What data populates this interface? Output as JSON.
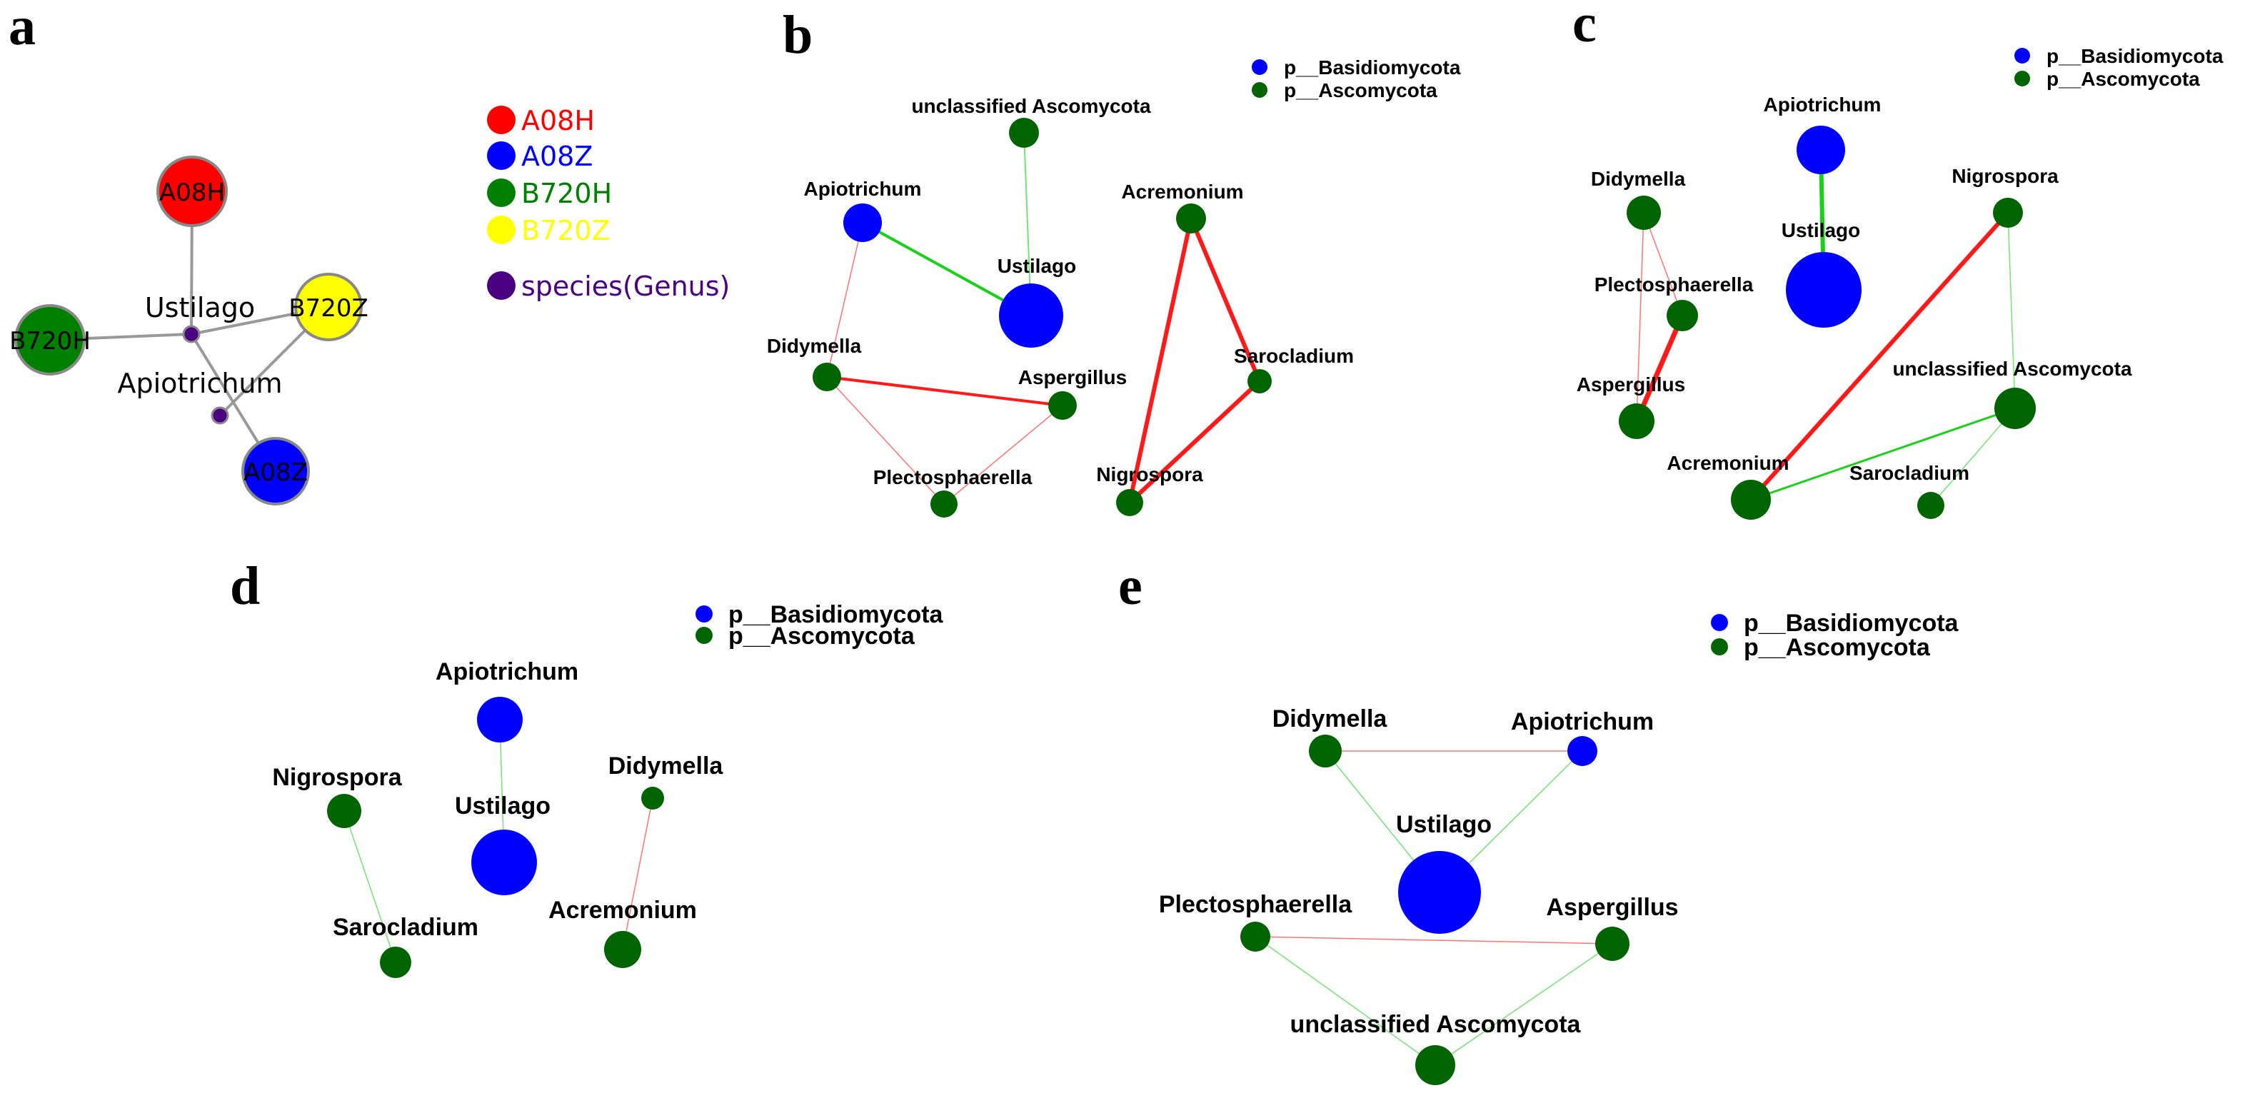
{
  "colors": {
    "basidiomycota": "#0000ff",
    "ascomycota": "#006400",
    "positive_edge": "#00cc00",
    "negative_edge": "#ff0000",
    "panel_a_edge": "#999999",
    "A08H": "#ff0000",
    "A08Z": "#0000ff",
    "B720H": "#008000",
    "B720Z": "#ffff00",
    "species": "#4b0082"
  },
  "phyla": {
    "basidiomycota": "p__Basidiomycota",
    "ascomycota": "p__Ascomycota"
  },
  "panel_a": {
    "label": "a",
    "legend": [
      {
        "text": "A08H",
        "color": "#ff0000"
      },
      {
        "text": "A08Z",
        "color": "#0000ff"
      },
      {
        "text": "B720H",
        "color": "#008000"
      },
      {
        "text": "B720Z",
        "color": "#ffff00"
      },
      {
        "text": "species(Genus)",
        "color": "#4b0082"
      }
    ],
    "samples": [
      "A08H",
      "B720H",
      "B720Z",
      "A08Z"
    ],
    "genera": [
      "Ustilago",
      "Apiotrichum"
    ],
    "edges": [
      [
        "A08H",
        "Ustilago"
      ],
      [
        "B720H",
        "Ustilago"
      ],
      [
        "B720Z",
        "Ustilago"
      ],
      [
        "B720Z",
        "Apiotrichum"
      ],
      [
        "A08Z",
        "Ustilago"
      ]
    ]
  },
  "panels": [
    {
      "label": "b",
      "nodes": [
        {
          "name": "unclassified Ascomycota",
          "phylum": "ascomycota"
        },
        {
          "name": "Apiotrichum",
          "phylum": "basidiomycota"
        },
        {
          "name": "Ustilago",
          "phylum": "basidiomycota"
        },
        {
          "name": "Acremonium",
          "phylum": "ascomycota"
        },
        {
          "name": "Didymella",
          "phylum": "ascomycota"
        },
        {
          "name": "Aspergillus",
          "phylum": "ascomycota"
        },
        {
          "name": "Sarocladium",
          "phylum": "ascomycota"
        },
        {
          "name": "Plectosphaerella",
          "phylum": "ascomycota"
        },
        {
          "name": "Nigrospora",
          "phylum": "ascomycota"
        }
      ],
      "edges": [
        {
          "source": "unclassified Ascomycota",
          "target": "Ustilago",
          "sign": "positive"
        },
        {
          "source": "Apiotrichum",
          "target": "Ustilago",
          "sign": "positive"
        },
        {
          "source": "Apiotrichum",
          "target": "Didymella",
          "sign": "negative"
        },
        {
          "source": "Didymella",
          "target": "Aspergillus",
          "sign": "negative"
        },
        {
          "source": "Didymella",
          "target": "Plectosphaerella",
          "sign": "negative"
        },
        {
          "source": "Plectosphaerella",
          "target": "Aspergillus",
          "sign": "negative"
        },
        {
          "source": "Acremonium",
          "target": "Sarocladium",
          "sign": "negative"
        },
        {
          "source": "Acremonium",
          "target": "Nigrospora",
          "sign": "negative"
        },
        {
          "source": "Sarocladium",
          "target": "Nigrospora",
          "sign": "negative"
        }
      ]
    },
    {
      "label": "c",
      "nodes": [
        {
          "name": "Apiotrichum",
          "phylum": "basidiomycota"
        },
        {
          "name": "Didymella",
          "phylum": "ascomycota"
        },
        {
          "name": "Nigrospora",
          "phylum": "ascomycota"
        },
        {
          "name": "Ustilago",
          "phylum": "basidiomycota"
        },
        {
          "name": "Plectosphaerella",
          "phylum": "ascomycota"
        },
        {
          "name": "Aspergillus",
          "phylum": "ascomycota"
        },
        {
          "name": "unclassified Ascomycota",
          "phylum": "ascomycota"
        },
        {
          "name": "Acremonium",
          "phylum": "ascomycota"
        },
        {
          "name": "Sarocladium",
          "phylum": "ascomycota"
        }
      ],
      "edges": [
        {
          "source": "Apiotrichum",
          "target": "Ustilago",
          "sign": "positive"
        },
        {
          "source": "Didymella",
          "target": "Plectosphaerella",
          "sign": "negative"
        },
        {
          "source": "Didymella",
          "target": "Aspergillus",
          "sign": "negative"
        },
        {
          "source": "Plectosphaerella",
          "target": "Aspergillus",
          "sign": "negative"
        },
        {
          "source": "Nigrospora",
          "target": "Acremonium",
          "sign": "negative"
        },
        {
          "source": "Nigrospora",
          "target": "unclassified Ascomycota",
          "sign": "positive"
        },
        {
          "source": "unclassified Ascomycota",
          "target": "Acremonium",
          "sign": "positive"
        },
        {
          "source": "unclassified Ascomycota",
          "target": "Sarocladium",
          "sign": "positive"
        }
      ]
    },
    {
      "label": "d",
      "nodes": [
        {
          "name": "Apiotrichum",
          "phylum": "basidiomycota"
        },
        {
          "name": "Nigrospora",
          "phylum": "ascomycota"
        },
        {
          "name": "Didymella",
          "phylum": "ascomycota"
        },
        {
          "name": "Ustilago",
          "phylum": "basidiomycota"
        },
        {
          "name": "Sarocladium",
          "phylum": "ascomycota"
        },
        {
          "name": "Acremonium",
          "phylum": "ascomycota"
        }
      ],
      "edges": [
        {
          "source": "Apiotrichum",
          "target": "Ustilago",
          "sign": "positive"
        },
        {
          "source": "Nigrospora",
          "target": "Sarocladium",
          "sign": "positive"
        },
        {
          "source": "Didymella",
          "target": "Acremonium",
          "sign": "negative"
        }
      ]
    },
    {
      "label": "e",
      "nodes": [
        {
          "name": "Didymella",
          "phylum": "ascomycota"
        },
        {
          "name": "Apiotrichum",
          "phylum": "basidiomycota"
        },
        {
          "name": "Ustilago",
          "phylum": "basidiomycota"
        },
        {
          "name": "Plectosphaerella",
          "phylum": "ascomycota"
        },
        {
          "name": "Aspergillus",
          "phylum": "ascomycota"
        },
        {
          "name": "unclassified Ascomycota",
          "phylum": "ascomycota"
        }
      ],
      "edges": [
        {
          "source": "Didymella",
          "target": "Apiotrichum",
          "sign": "negative"
        },
        {
          "source": "Didymella",
          "target": "Ustilago",
          "sign": "positive"
        },
        {
          "source": "Apiotrichum",
          "target": "Ustilago",
          "sign": "positive"
        },
        {
          "source": "Plectosphaerella",
          "target": "Aspergillus",
          "sign": "negative"
        },
        {
          "source": "Plectosphaerella",
          "target": "unclassified Ascomycota",
          "sign": "positive"
        },
        {
          "source": "Aspergillus",
          "target": "unclassified Ascomycota",
          "sign": "positive"
        }
      ]
    }
  ]
}
